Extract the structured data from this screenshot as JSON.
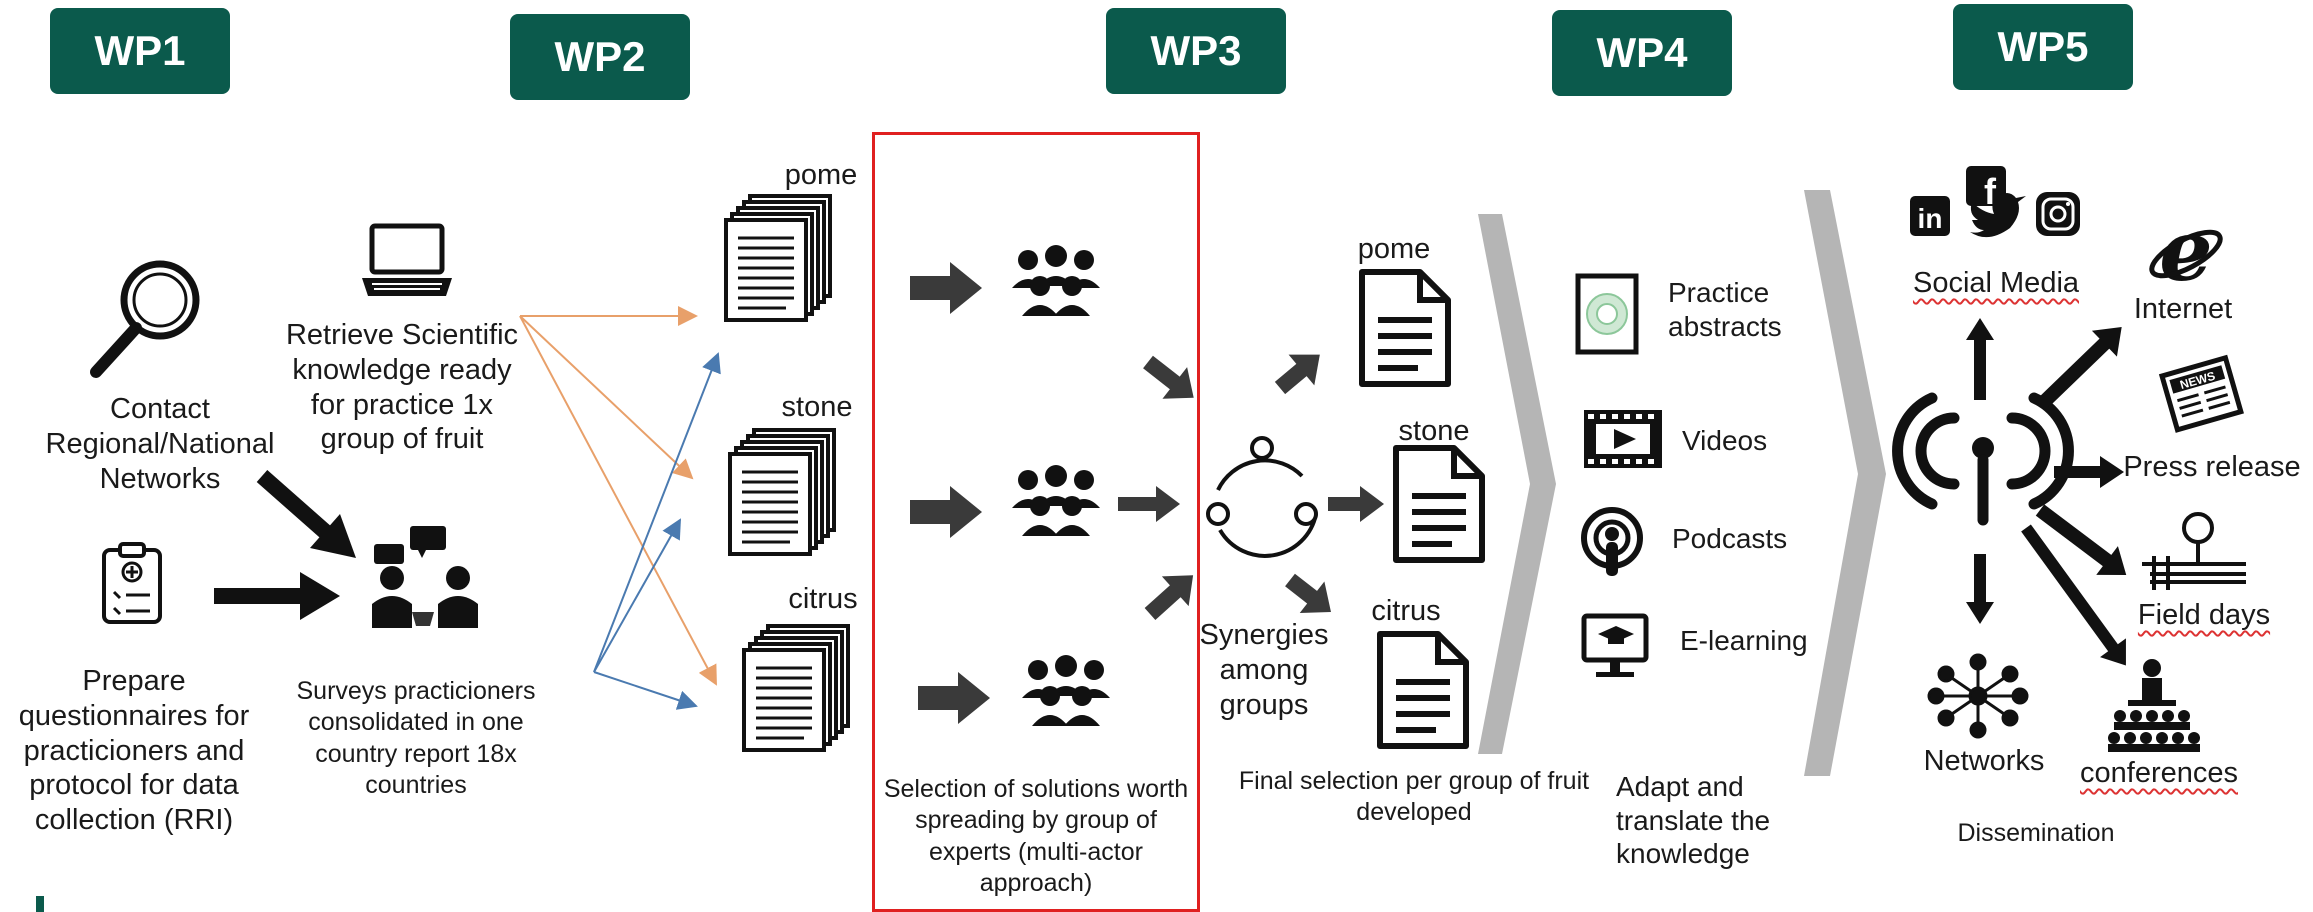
{
  "work_packages": {
    "wp1": "WP1",
    "wp2": "WP2",
    "wp3": "WP3",
    "wp4": "WP4",
    "wp5": "WP5"
  },
  "wp1": {
    "contact_networks": "Contact Regional/National Networks",
    "prepare_questionnaires": "Prepare questionnaires for practicioners and protocol for data collection (RRI)"
  },
  "wp2": {
    "retrieve_knowledge": "Retrieve Scientific knowledge ready for practice 1x group of fruit",
    "surveys": "Surveys practicioners consolidated in one country report 18x countries"
  },
  "fruit_groups": {
    "pome": "pome",
    "stone": "stone",
    "citrus": "citrus"
  },
  "wp3": {
    "selection": "Selection of solutions worth spreading by group of experts (multi-actor approach)",
    "synergies": "Synergies among groups",
    "final_selection": "Final selection  per group of fruit developed"
  },
  "wp4": {
    "outputs": [
      "Practice abstracts",
      "Videos",
      "Podcasts",
      "E-learning"
    ],
    "adapt": "Adapt and translate the knowledge"
  },
  "wp5": {
    "social_media": "Social Media",
    "internet": "Internet",
    "press_release": "Press release",
    "field_days": "Field days",
    "networks": "Networks",
    "conferences": "conferences",
    "dissemination": "Dissemination"
  },
  "colors": {
    "wp_box": "#0b5a4c",
    "highlight_box": "#e02020",
    "orange_arrow": "#e8a06a",
    "blue_arrow": "#4a7ab0",
    "chevron": "#b5b5b5"
  }
}
